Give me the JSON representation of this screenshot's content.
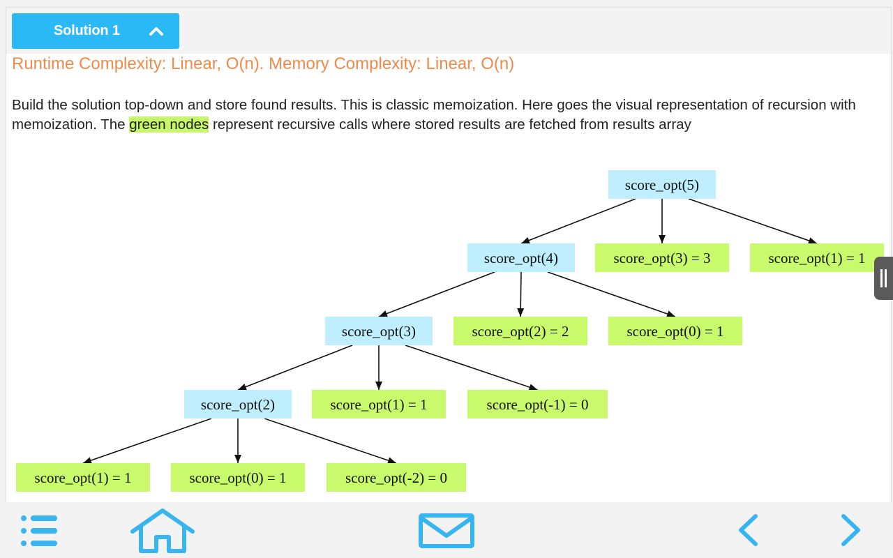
{
  "solution": {
    "toggle_label": "Solution 1",
    "toggle_icon": "chevron-up-icon",
    "complexity": "Runtime Complexity: Linear, O(n). Memory Complexity: Linear, O(n)",
    "description_before": "Build the solution top-down and store found results. This is classic memoization. Here goes the visual representation of recursion with memoization. The ",
    "description_highlight": "green nodes",
    "description_after": " represent recursive calls where stored results are fetched from results array"
  },
  "tree": {
    "nodes": [
      {
        "id": "n5",
        "label": "score_opt(5)",
        "kind": "call"
      },
      {
        "id": "n4",
        "label": "score_opt(4)",
        "kind": "call"
      },
      {
        "id": "m3a",
        "label": "score_opt(3) = 3",
        "kind": "memo"
      },
      {
        "id": "m1a",
        "label": "score_opt(1) = 1",
        "kind": "memo"
      },
      {
        "id": "n3",
        "label": "score_opt(3)",
        "kind": "call"
      },
      {
        "id": "m2a",
        "label": "score_opt(2) = 2",
        "kind": "memo"
      },
      {
        "id": "m0a",
        "label": "score_opt(0) = 1",
        "kind": "memo"
      },
      {
        "id": "n2",
        "label": "score_opt(2)",
        "kind": "call"
      },
      {
        "id": "m1b",
        "label": "score_opt(1) = 1",
        "kind": "memo"
      },
      {
        "id": "mm1",
        "label": "score_opt(-1) = 0",
        "kind": "memo"
      },
      {
        "id": "m1c",
        "label": "score_opt(1) = 1",
        "kind": "memo"
      },
      {
        "id": "m0b",
        "label": "score_opt(0) = 1",
        "kind": "memo"
      },
      {
        "id": "mm2",
        "label": "score_opt(-2) = 0",
        "kind": "memo"
      }
    ],
    "edges": [
      [
        "n5",
        "n4"
      ],
      [
        "n5",
        "m3a"
      ],
      [
        "n5",
        "m1a"
      ],
      [
        "n4",
        "n3"
      ],
      [
        "n4",
        "m2a"
      ],
      [
        "n4",
        "m0a"
      ],
      [
        "n3",
        "n2"
      ],
      [
        "n3",
        "m1b"
      ],
      [
        "n3",
        "mm1"
      ],
      [
        "n2",
        "m1c"
      ],
      [
        "n2",
        "m0b"
      ],
      [
        "n2",
        "mm2"
      ]
    ],
    "colors": {
      "call": "#bfeeff",
      "memo": "#c9fa6b",
      "edge": "#111111"
    }
  },
  "colors": {
    "accent": "#2bb9f5",
    "complexity_text": "#ef8a4a",
    "highlight": "#c7f56b",
    "nav_icon": "#38b4f0"
  },
  "side_handle": {
    "icon": "pause-icon"
  },
  "bottom_nav": {
    "menu": "menu-icon",
    "home": "home-icon",
    "mail": "mail-icon",
    "prev": "chevron-left-icon",
    "next": "chevron-right-icon"
  }
}
